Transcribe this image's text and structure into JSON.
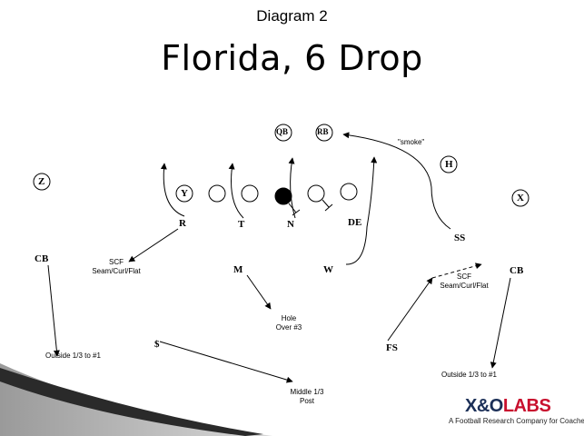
{
  "header": {
    "diagram_label": "Diagram 2",
    "title": "Florida, 6 Drop"
  },
  "players": {
    "QB": "QB",
    "RB": "RB",
    "H": "H",
    "Z": "Z",
    "Y": "Y",
    "X": "X",
    "R": "R",
    "T": "T",
    "N": "N",
    "DE": "DE",
    "SS": "SS",
    "CB_left": "CB",
    "CB_right": "CB",
    "M": "M",
    "W": "W",
    "S": "$",
    "FS": "FS"
  },
  "notes": {
    "smoke": "\"smoke\"",
    "scf_left_1": "SCF",
    "scf_left_2": "Seam/Curl/Flat",
    "scf_right_1": "SCF",
    "scf_right_2": "Seam/Curl/Flat",
    "hole_1": "Hole",
    "hole_2": "Over #3",
    "outside_left": "Outside 1/3 to #1",
    "outside_right": "Outside 1/3 to #1",
    "middle_1": "Middle 1/3",
    "middle_2": "Post"
  },
  "logo": {
    "xo": "X&O",
    "labs": "LABS",
    "tagline": "A Football Research Company for Coaches"
  }
}
